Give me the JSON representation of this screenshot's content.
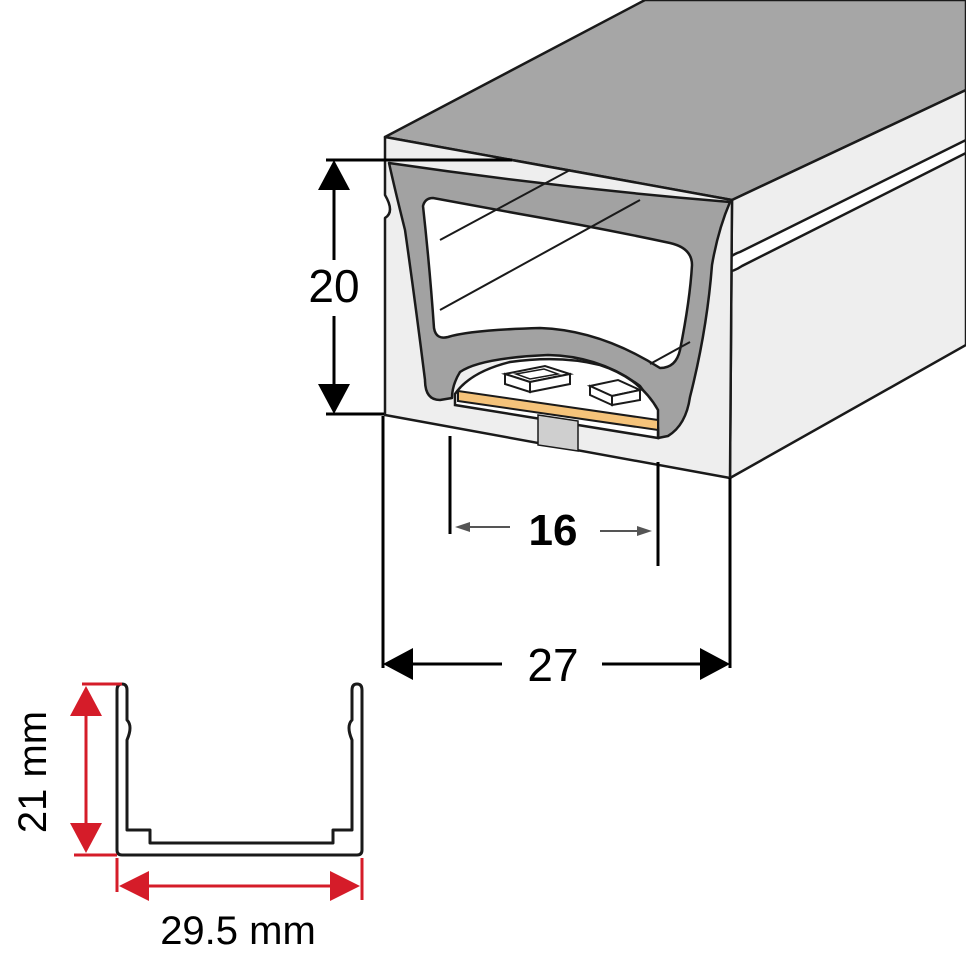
{
  "profile_3d": {
    "height_label": "20",
    "inner_width_label": "16",
    "outer_width_label": "27"
  },
  "channel_2d": {
    "height_label": "21 mm",
    "width_label": "29.5 mm",
    "dimension_color": "#d51c29"
  },
  "colors": {
    "silicone_top": "#a6a6a6",
    "silicone_front": "#a2a2a2",
    "silicone_side": "#eeeeee",
    "window": "#ffffff",
    "pcb": "#f5c37a",
    "led": "#ffffff",
    "outline": "#1a1a1a"
  },
  "icons": [
    "arrow-up-icon",
    "arrow-down-icon",
    "arrow-left-icon",
    "arrow-right-icon"
  ]
}
